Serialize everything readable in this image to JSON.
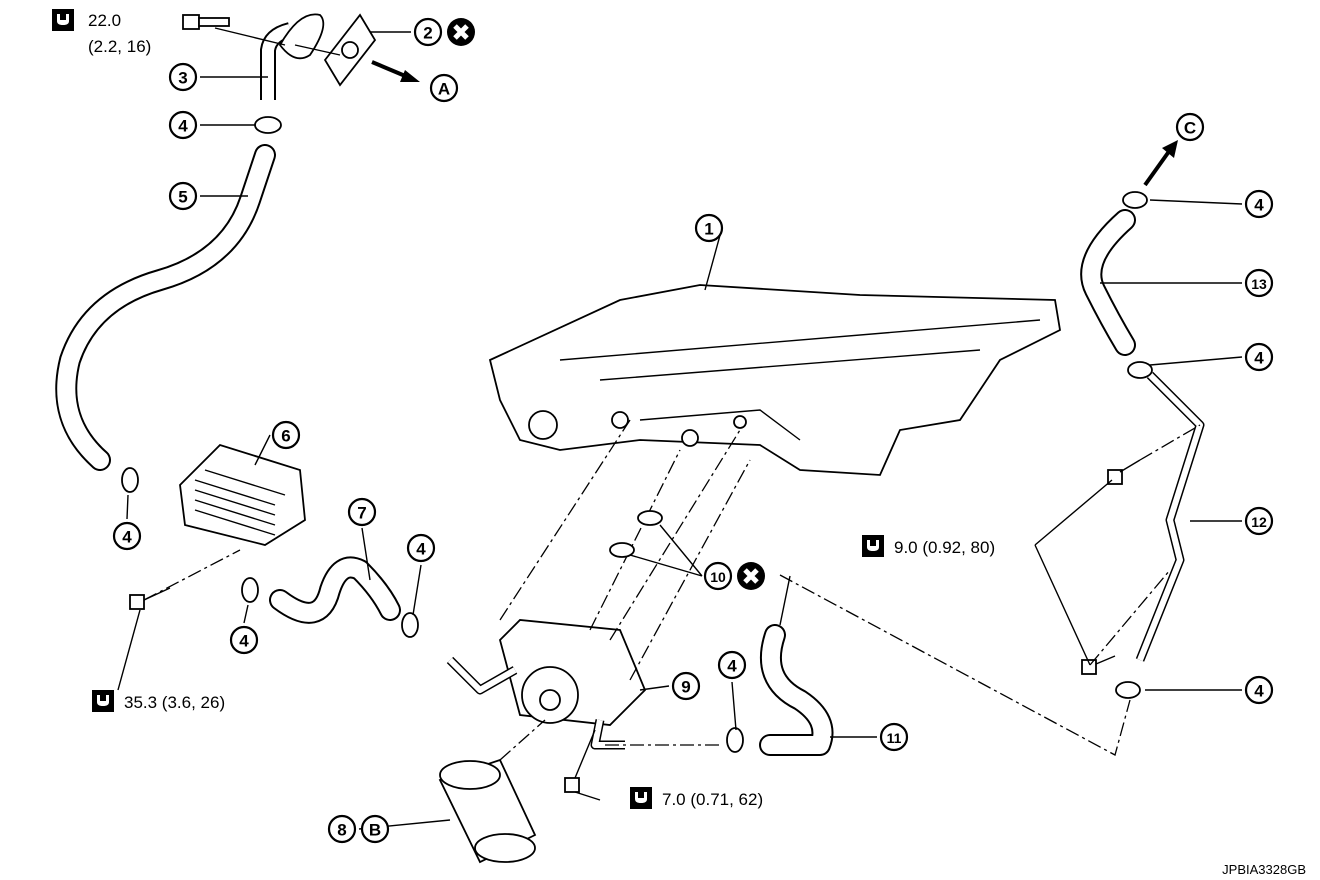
{
  "diagram": {
    "callouts": {
      "c1": "1",
      "c2": "2",
      "c3": "3",
      "c4": "4",
      "c5": "5",
      "c6": "6",
      "c7": "7",
      "c8": "8",
      "c9": "9",
      "c10": "10",
      "c11": "11",
      "c12": "12",
      "c13": "13",
      "A": "A",
      "B": "B",
      "C": "C"
    },
    "torques": {
      "t1_value": "22.0",
      "t1_sub": "(2.2, 16)",
      "t2": "35.3 (3.6, 26)",
      "t3": "9.0 (0.92, 80)",
      "t4": "7.0 (0.71, 62)"
    },
    "icons": {
      "torque": "torque-wrench-icon",
      "replace": "do-not-reuse-x-icon"
    },
    "figure_code": "JPBIA3328GB"
  }
}
